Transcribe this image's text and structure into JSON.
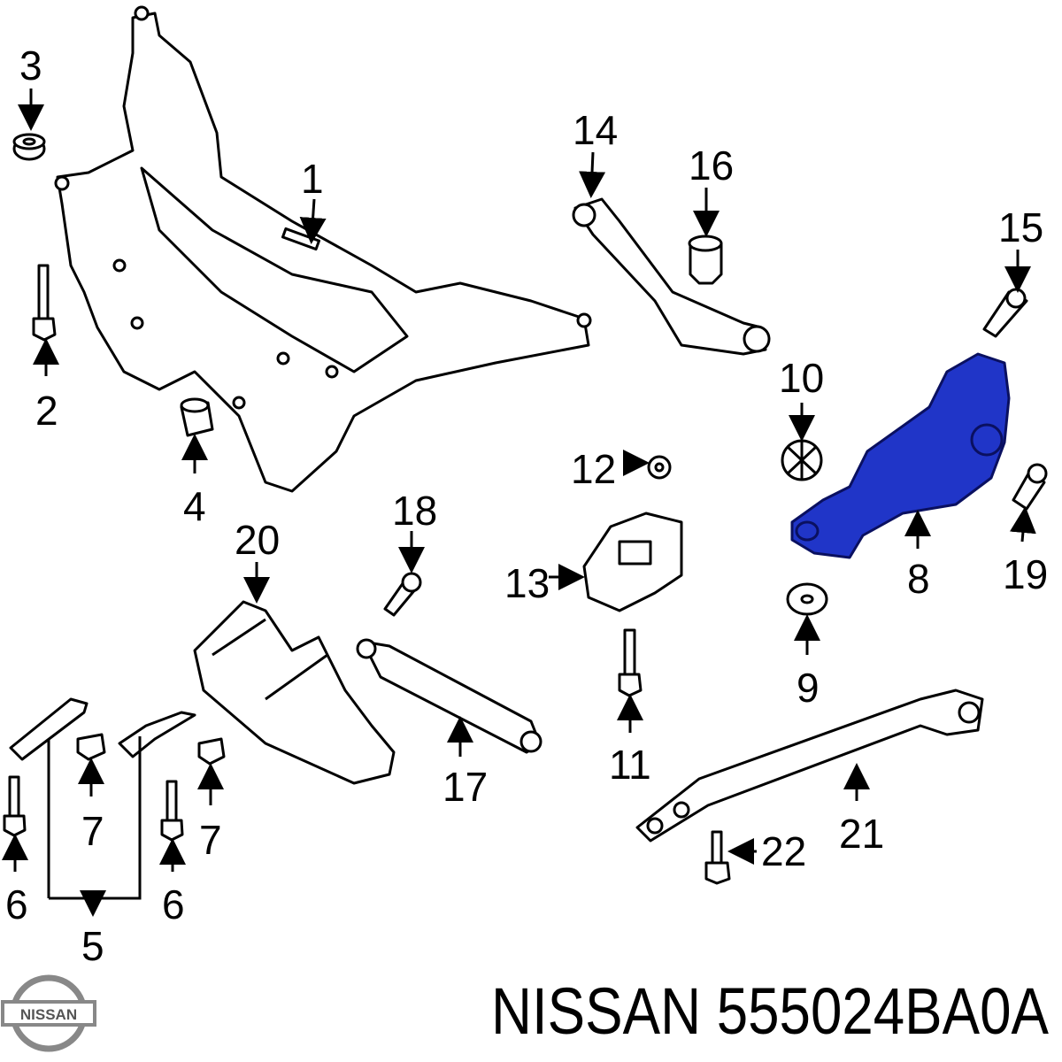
{
  "diagram": {
    "brand": "NISSAN",
    "part_number": "555024BA0A",
    "logo_text": "NISSAN",
    "highlight_color": "#2035c8",
    "highlighted_callout": "8",
    "callouts": {
      "c1": "1",
      "c2": "2",
      "c3": "3",
      "c4": "4",
      "c5": "5",
      "c6a": "6",
      "c6b": "6",
      "c7a": "7",
      "c7b": "7",
      "c8": "8",
      "c9": "9",
      "c10": "10",
      "c11": "11",
      "c12": "12",
      "c13": "13",
      "c14": "14",
      "c15": "15",
      "c16": "16",
      "c17": "17",
      "c18": "18",
      "c19": "19",
      "c20": "20",
      "c21": "21",
      "c22": "22"
    }
  }
}
